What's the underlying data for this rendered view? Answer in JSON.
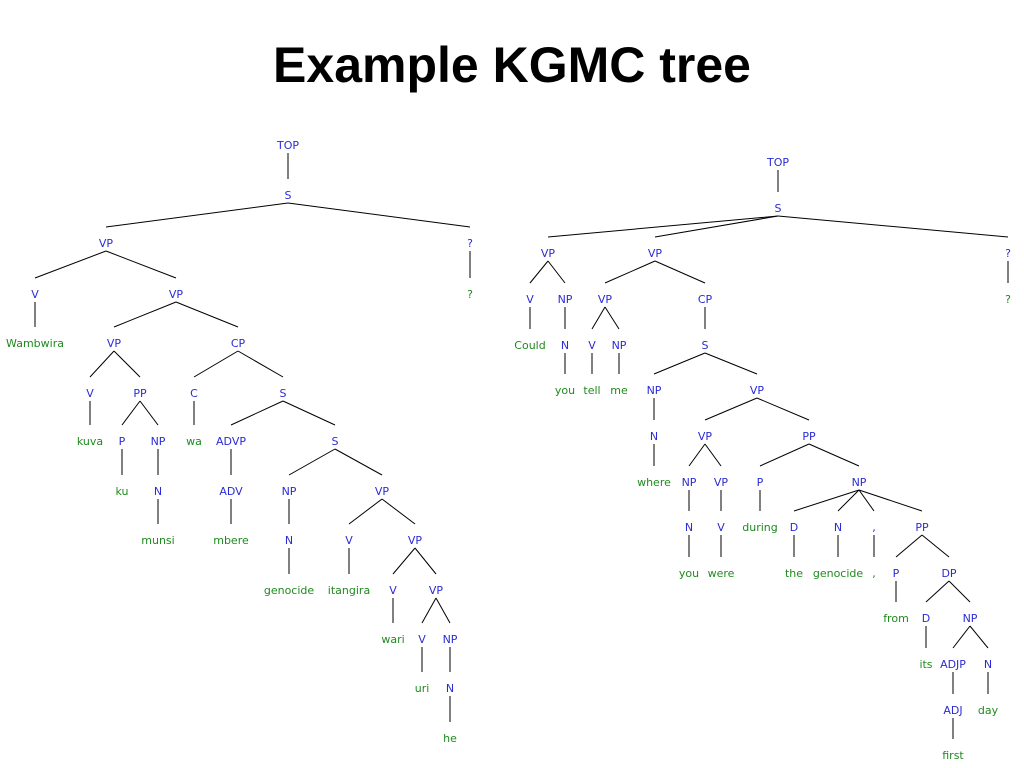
{
  "title": "Example KGMC tree",
  "colors": {
    "category": "#2b2bd6",
    "word": "#1f8a1f",
    "edge": "#000000"
  },
  "trees": [
    {
      "name": "kinyarwanda-tree",
      "nodes": [
        {
          "id": "t1_top",
          "label": "TOP",
          "kind": "category"
        },
        {
          "id": "t1_s",
          "label": "S",
          "kind": "category"
        },
        {
          "id": "t1_vp",
          "label": "VP",
          "kind": "category"
        },
        {
          "id": "t1_v",
          "label": "V",
          "kind": "category"
        },
        {
          "id": "t1_wambwira",
          "label": "Wambwira",
          "kind": "word"
        },
        {
          "id": "t1_vp2",
          "label": "VP",
          "kind": "category"
        },
        {
          "id": "t1_vp3",
          "label": "VP",
          "kind": "category"
        },
        {
          "id": "t1_v2",
          "label": "V",
          "kind": "category"
        },
        {
          "id": "t1_kuva",
          "label": "kuva",
          "kind": "word"
        },
        {
          "id": "t1_pp",
          "label": "PP",
          "kind": "category"
        },
        {
          "id": "t1_p",
          "label": "P",
          "kind": "category"
        },
        {
          "id": "t1_ku",
          "label": "ku",
          "kind": "word"
        },
        {
          "id": "t1_np",
          "label": "NP",
          "kind": "category"
        },
        {
          "id": "t1_n",
          "label": "N",
          "kind": "category"
        },
        {
          "id": "t1_munsi",
          "label": "munsi",
          "kind": "word"
        },
        {
          "id": "t1_cp",
          "label": "CP",
          "kind": "category"
        },
        {
          "id": "t1_c",
          "label": "C",
          "kind": "category"
        },
        {
          "id": "t1_wa",
          "label": "wa",
          "kind": "word"
        },
        {
          "id": "t1_s2",
          "label": "S",
          "kind": "category"
        },
        {
          "id": "t1_advp",
          "label": "ADVP",
          "kind": "category"
        },
        {
          "id": "t1_adv",
          "label": "ADV",
          "kind": "category"
        },
        {
          "id": "t1_mbere",
          "label": "mbere",
          "kind": "word"
        },
        {
          "id": "t1_s3",
          "label": "S",
          "kind": "category"
        },
        {
          "id": "t1_np2",
          "label": "NP",
          "kind": "category"
        },
        {
          "id": "t1_n2",
          "label": "N",
          "kind": "category"
        },
        {
          "id": "t1_genocide",
          "label": "genocide",
          "kind": "word"
        },
        {
          "id": "t1_vp4",
          "label": "VP",
          "kind": "category"
        },
        {
          "id": "t1_v3",
          "label": "V",
          "kind": "category"
        },
        {
          "id": "t1_itangira",
          "label": "itangira",
          "kind": "word"
        },
        {
          "id": "t1_vp5",
          "label": "VP",
          "kind": "category"
        },
        {
          "id": "t1_v4",
          "label": "V",
          "kind": "category"
        },
        {
          "id": "t1_wari",
          "label": "wari",
          "kind": "word"
        },
        {
          "id": "t1_vp6",
          "label": "VP",
          "kind": "category"
        },
        {
          "id": "t1_v5",
          "label": "V",
          "kind": "category"
        },
        {
          "id": "t1_uri",
          "label": "uri",
          "kind": "word"
        },
        {
          "id": "t1_np3",
          "label": "NP",
          "kind": "category"
        },
        {
          "id": "t1_n3",
          "label": "N",
          "kind": "category"
        },
        {
          "id": "t1_he",
          "label": "he",
          "kind": "word"
        },
        {
          "id": "t1_q",
          "label": "?",
          "kind": "category"
        },
        {
          "id": "t1_qw",
          "label": "?",
          "kind": "word"
        }
      ],
      "edges": [
        [
          "t1_top",
          "t1_s"
        ],
        [
          "t1_s",
          "t1_vp"
        ],
        [
          "t1_s",
          "t1_q"
        ],
        [
          "t1_q",
          "t1_qw"
        ],
        [
          "t1_vp",
          "t1_v"
        ],
        [
          "t1_vp",
          "t1_vp2"
        ],
        [
          "t1_v",
          "t1_wambwira"
        ],
        [
          "t1_vp2",
          "t1_vp3"
        ],
        [
          "t1_vp2",
          "t1_cp"
        ],
        [
          "t1_vp3",
          "t1_v2"
        ],
        [
          "t1_vp3",
          "t1_pp"
        ],
        [
          "t1_v2",
          "t1_kuva"
        ],
        [
          "t1_pp",
          "t1_p"
        ],
        [
          "t1_pp",
          "t1_np"
        ],
        [
          "t1_p",
          "t1_ku"
        ],
        [
          "t1_np",
          "t1_n"
        ],
        [
          "t1_n",
          "t1_munsi"
        ],
        [
          "t1_cp",
          "t1_c"
        ],
        [
          "t1_cp",
          "t1_s2"
        ],
        [
          "t1_c",
          "t1_wa"
        ],
        [
          "t1_s2",
          "t1_advp"
        ],
        [
          "t1_s2",
          "t1_s3"
        ],
        [
          "t1_advp",
          "t1_adv"
        ],
        [
          "t1_adv",
          "t1_mbere"
        ],
        [
          "t1_s3",
          "t1_np2"
        ],
        [
          "t1_s3",
          "t1_vp4"
        ],
        [
          "t1_np2",
          "t1_n2"
        ],
        [
          "t1_n2",
          "t1_genocide"
        ],
        [
          "t1_vp4",
          "t1_v3"
        ],
        [
          "t1_vp4",
          "t1_vp5"
        ],
        [
          "t1_v3",
          "t1_itangira"
        ],
        [
          "t1_vp5",
          "t1_v4"
        ],
        [
          "t1_vp5",
          "t1_vp6"
        ],
        [
          "t1_v4",
          "t1_wari"
        ],
        [
          "t1_vp6",
          "t1_v5"
        ],
        [
          "t1_vp6",
          "t1_np3"
        ],
        [
          "t1_v5",
          "t1_uri"
        ],
        [
          "t1_np3",
          "t1_n3"
        ],
        [
          "t1_n3",
          "t1_he"
        ]
      ]
    },
    {
      "name": "english-tree",
      "nodes": [
        {
          "id": "t2_top",
          "label": "TOP",
          "kind": "category"
        },
        {
          "id": "t2_s",
          "label": "S",
          "kind": "category"
        },
        {
          "id": "t2_vp",
          "label": "VP",
          "kind": "category"
        },
        {
          "id": "t2_v",
          "label": "V",
          "kind": "category"
        },
        {
          "id": "t2_could",
          "label": "Could",
          "kind": "word"
        },
        {
          "id": "t2_np",
          "label": "NP",
          "kind": "category"
        },
        {
          "id": "t2_n",
          "label": "N",
          "kind": "category"
        },
        {
          "id": "t2_you",
          "label": "you",
          "kind": "word"
        },
        {
          "id": "t2_vp2",
          "label": "VP",
          "kind": "category"
        },
        {
          "id": "t2_vp3",
          "label": "VP",
          "kind": "category"
        },
        {
          "id": "t2_v2",
          "label": "V",
          "kind": "category"
        },
        {
          "id": "t2_tell",
          "label": "tell",
          "kind": "word"
        },
        {
          "id": "t2_np2",
          "label": "NP",
          "kind": "category"
        },
        {
          "id": "t2_me",
          "label": "me",
          "kind": "word"
        },
        {
          "id": "t2_cp",
          "label": "CP",
          "kind": "category"
        },
        {
          "id": "t2_s2",
          "label": "S",
          "kind": "category"
        },
        {
          "id": "t2_np3",
          "label": "NP",
          "kind": "category"
        },
        {
          "id": "t2_n2",
          "label": "N",
          "kind": "category"
        },
        {
          "id": "t2_where",
          "label": "where",
          "kind": "word"
        },
        {
          "id": "t2_vp4",
          "label": "VP",
          "kind": "category"
        },
        {
          "id": "t2_vp5",
          "label": "VP",
          "kind": "category"
        },
        {
          "id": "t2_np4",
          "label": "NP",
          "kind": "category"
        },
        {
          "id": "t2_n3",
          "label": "N",
          "kind": "category"
        },
        {
          "id": "t2_you2",
          "label": "you",
          "kind": "word"
        },
        {
          "id": "t2_vp6",
          "label": "VP",
          "kind": "category"
        },
        {
          "id": "t2_v3",
          "label": "V",
          "kind": "category"
        },
        {
          "id": "t2_were",
          "label": "were",
          "kind": "word"
        },
        {
          "id": "t2_pp",
          "label": "PP",
          "kind": "category"
        },
        {
          "id": "t2_p",
          "label": "P",
          "kind": "category"
        },
        {
          "id": "t2_during",
          "label": "during",
          "kind": "word"
        },
        {
          "id": "t2_np5",
          "label": "NP",
          "kind": "category"
        },
        {
          "id": "t2_d",
          "label": "D",
          "kind": "category"
        },
        {
          "id": "t2_the",
          "label": "the",
          "kind": "word"
        },
        {
          "id": "t2_n4",
          "label": "N",
          "kind": "category"
        },
        {
          "id": "t2_genocide",
          "label": "genocide",
          "kind": "word"
        },
        {
          "id": "t2_comma",
          "label": ",",
          "kind": "category"
        },
        {
          "id": "t2_commaw",
          "label": ",",
          "kind": "word"
        },
        {
          "id": "t2_pp2",
          "label": "PP",
          "kind": "category"
        },
        {
          "id": "t2_p2",
          "label": "P",
          "kind": "category"
        },
        {
          "id": "t2_from",
          "label": "from",
          "kind": "word"
        },
        {
          "id": "t2_dp",
          "label": "DP",
          "kind": "category"
        },
        {
          "id": "t2_d2",
          "label": "D",
          "kind": "category"
        },
        {
          "id": "t2_its",
          "label": "its",
          "kind": "word"
        },
        {
          "id": "t2_np6",
          "label": "NP",
          "kind": "category"
        },
        {
          "id": "t2_adjp",
          "label": "ADJP",
          "kind": "category"
        },
        {
          "id": "t2_adj",
          "label": "ADJ",
          "kind": "category"
        },
        {
          "id": "t2_first",
          "label": "first",
          "kind": "word"
        },
        {
          "id": "t2_n5",
          "label": "N",
          "kind": "category"
        },
        {
          "id": "t2_day",
          "label": "day",
          "kind": "word"
        },
        {
          "id": "t2_q",
          "label": "?",
          "kind": "category"
        },
        {
          "id": "t2_qw",
          "label": "?",
          "kind": "word"
        }
      ],
      "edges": [
        [
          "t2_top",
          "t2_s"
        ],
        [
          "t2_s",
          "t2_vp"
        ],
        [
          "t2_s",
          "t2_vp2"
        ],
        [
          "t2_s",
          "t2_q"
        ],
        [
          "t2_q",
          "t2_qw"
        ],
        [
          "t2_vp",
          "t2_v"
        ],
        [
          "t2_vp",
          "t2_np"
        ],
        [
          "t2_v",
          "t2_could"
        ],
        [
          "t2_np",
          "t2_n"
        ],
        [
          "t2_n",
          "t2_you"
        ],
        [
          "t2_vp2",
          "t2_vp3"
        ],
        [
          "t2_vp2",
          "t2_cp"
        ],
        [
          "t2_vp3",
          "t2_v2"
        ],
        [
          "t2_vp3",
          "t2_np2"
        ],
        [
          "t2_v2",
          "t2_tell"
        ],
        [
          "t2_np2",
          "t2_me"
        ],
        [
          "t2_cp",
          "t2_s2"
        ],
        [
          "t2_s2",
          "t2_np3"
        ],
        [
          "t2_s2",
          "t2_vp4"
        ],
        [
          "t2_np3",
          "t2_n2"
        ],
        [
          "t2_n2",
          "t2_where"
        ],
        [
          "t2_vp4",
          "t2_vp5"
        ],
        [
          "t2_vp4",
          "t2_pp"
        ],
        [
          "t2_vp5",
          "t2_np4"
        ],
        [
          "t2_vp5",
          "t2_vp6"
        ],
        [
          "t2_np4",
          "t2_n3"
        ],
        [
          "t2_n3",
          "t2_you2"
        ],
        [
          "t2_vp6",
          "t2_v3"
        ],
        [
          "t2_v3",
          "t2_were"
        ],
        [
          "t2_pp",
          "t2_p"
        ],
        [
          "t2_pp",
          "t2_np5"
        ],
        [
          "t2_p",
          "t2_during"
        ],
        [
          "t2_np5",
          "t2_d"
        ],
        [
          "t2_np5",
          "t2_n4"
        ],
        [
          "t2_np5",
          "t2_comma"
        ],
        [
          "t2_np5",
          "t2_pp2"
        ],
        [
          "t2_d",
          "t2_the"
        ],
        [
          "t2_n4",
          "t2_genocide"
        ],
        [
          "t2_comma",
          "t2_commaw"
        ],
        [
          "t2_pp2",
          "t2_p2"
        ],
        [
          "t2_pp2",
          "t2_dp"
        ],
        [
          "t2_p2",
          "t2_from"
        ],
        [
          "t2_dp",
          "t2_d2"
        ],
        [
          "t2_dp",
          "t2_np6"
        ],
        [
          "t2_d2",
          "t2_its"
        ],
        [
          "t2_np6",
          "t2_adjp"
        ],
        [
          "t2_np6",
          "t2_n5"
        ],
        [
          "t2_adjp",
          "t2_adj"
        ],
        [
          "t2_adj",
          "t2_first"
        ],
        [
          "t2_n5",
          "t2_day"
        ]
      ]
    }
  ]
}
